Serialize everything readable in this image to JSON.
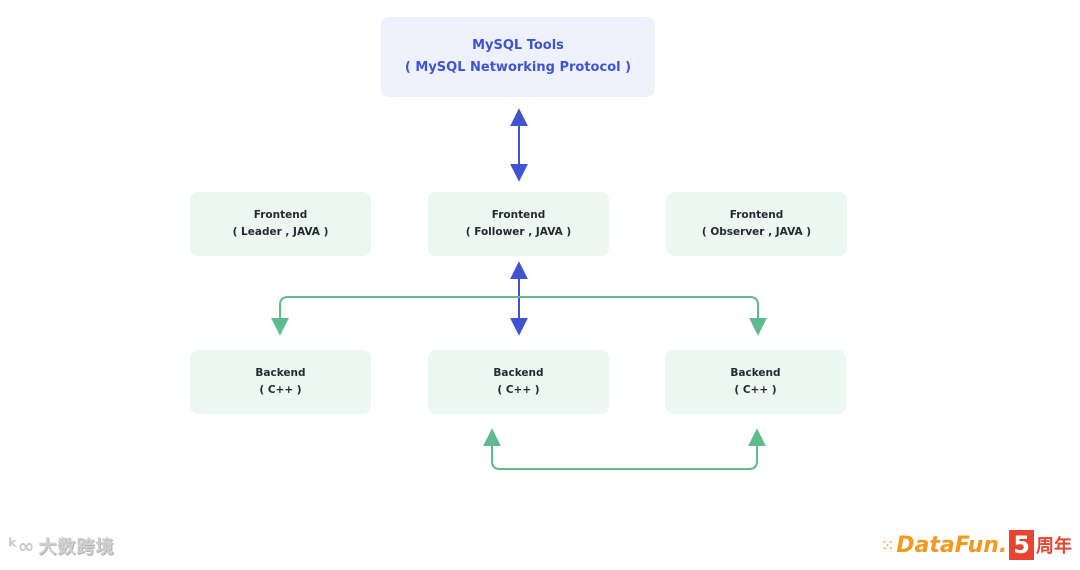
{
  "nodes": {
    "tools": {
      "line1": "MySQL Tools",
      "line2": "( MySQL Networking Protocol )"
    },
    "fe_leader": {
      "line1": "Frontend",
      "line2": "( Leader , JAVA )"
    },
    "fe_follower": {
      "line1": "Frontend",
      "line2": "( Follower , JAVA )"
    },
    "fe_observer": {
      "line1": "Frontend",
      "line2": "( Observer , JAVA )"
    },
    "be_left": {
      "line1": "Backend",
      "line2": "( C++ )"
    },
    "be_center": {
      "line1": "Backend",
      "line2": "( C++ )"
    },
    "be_right": {
      "line1": "Backend",
      "line2": "( C++ )"
    }
  },
  "colors": {
    "blue_arrow": "#3f55cf",
    "green_arrow": "#5dbb8c",
    "tools_bg": "#eef1fb",
    "node_bg": "#ebf7f1"
  },
  "watermark": {
    "left_logo": "ᵏ∞",
    "left_text": "大数跨境",
    "right_brand": "DataFun.",
    "right_number": "5",
    "right_suffix": "周年"
  }
}
